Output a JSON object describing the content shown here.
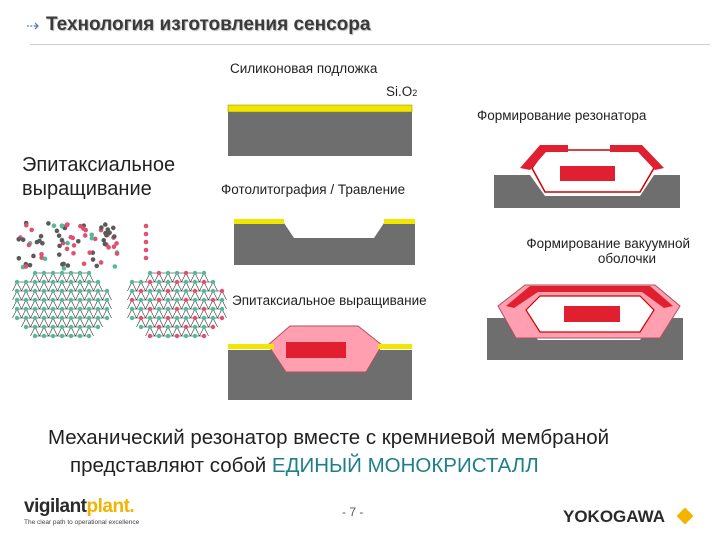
{
  "slide": {
    "title": "Технология изготовления сенсора",
    "colors": {
      "substrate": "#6e6e6e",
      "oxide": "#f2e600",
      "resonator": "#e02030",
      "shell": "#ff9fb0",
      "lattice": "#54b89a",
      "atom_pink": "#e05070",
      "atom_dark": "#5a5a5a"
    }
  },
  "labels": {
    "substrate": "Силиконовая подложка",
    "sio2_base": "Si.O",
    "sio2_sub": "2",
    "resonator_forming": "Формирование резонатора",
    "epitaxial_line1": "Эпитаксиальное",
    "epitaxial_line2": "выращивание",
    "photolitho": "Фотолитография / Травление",
    "vacuum_line1": "Формирование вакуумной",
    "vacuum_line2": "оболочки",
    "epitaxial_growth": "Эпитаксиальное выращивание"
  },
  "bottom": {
    "line1": "Механический резонатор вместе с кремниевой мембраной",
    "line2": "представляют собой",
    "line2_accent": "ЕДИНЫЙ МОНОКРИСТАЛЛ"
  },
  "footer": {
    "brand_main": "vigilant",
    "brand_accent": "plant.",
    "tagline": "The clear path to operational excellence",
    "page": "- 7 -",
    "company": "YOKOGAWA"
  }
}
